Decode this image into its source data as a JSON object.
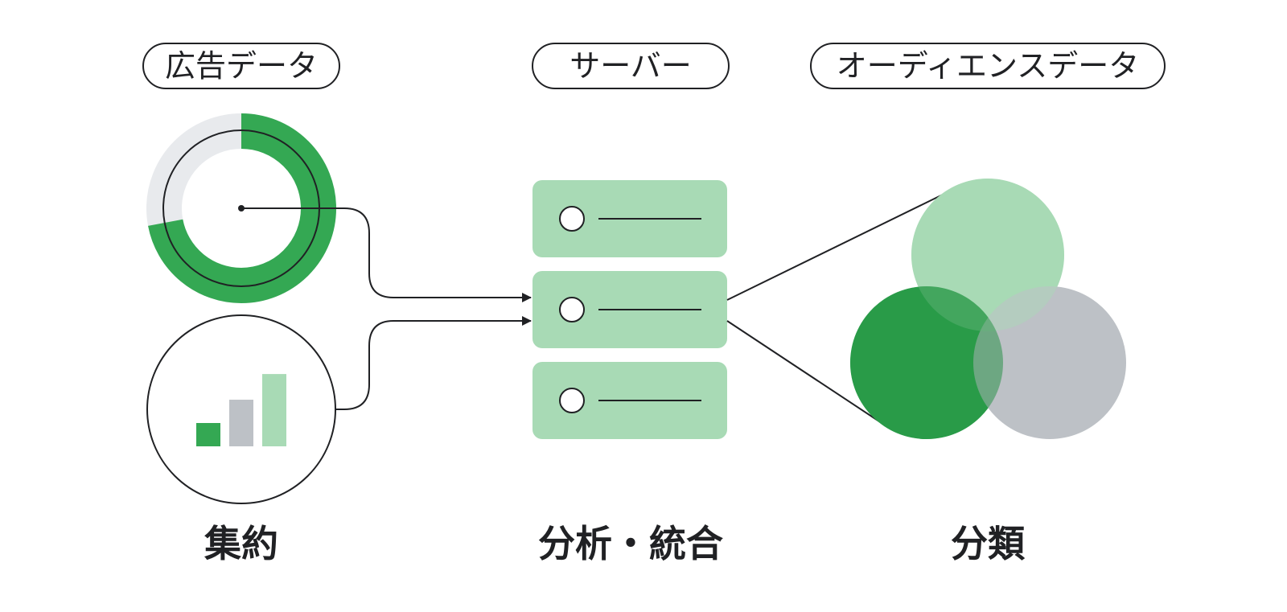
{
  "columns": [
    {
      "header": "広告データ",
      "caption": "集約"
    },
    {
      "header": "サーバー",
      "caption": "分析・統合"
    },
    {
      "header": "オーディエンスデータ",
      "caption": "分類"
    }
  ],
  "donut": {
    "filled_fraction": 0.72
  },
  "mini_bars": [
    {
      "value": 1.0
    },
    {
      "value": 2.0
    },
    {
      "value": 3.1
    }
  ],
  "server_units": 3,
  "colors": {
    "green": "#34a853",
    "light_green": "#a8dab5",
    "gray": "#bdc1c6",
    "light_gray": "#e8eaed",
    "line": "#202124",
    "text": "#202124"
  }
}
